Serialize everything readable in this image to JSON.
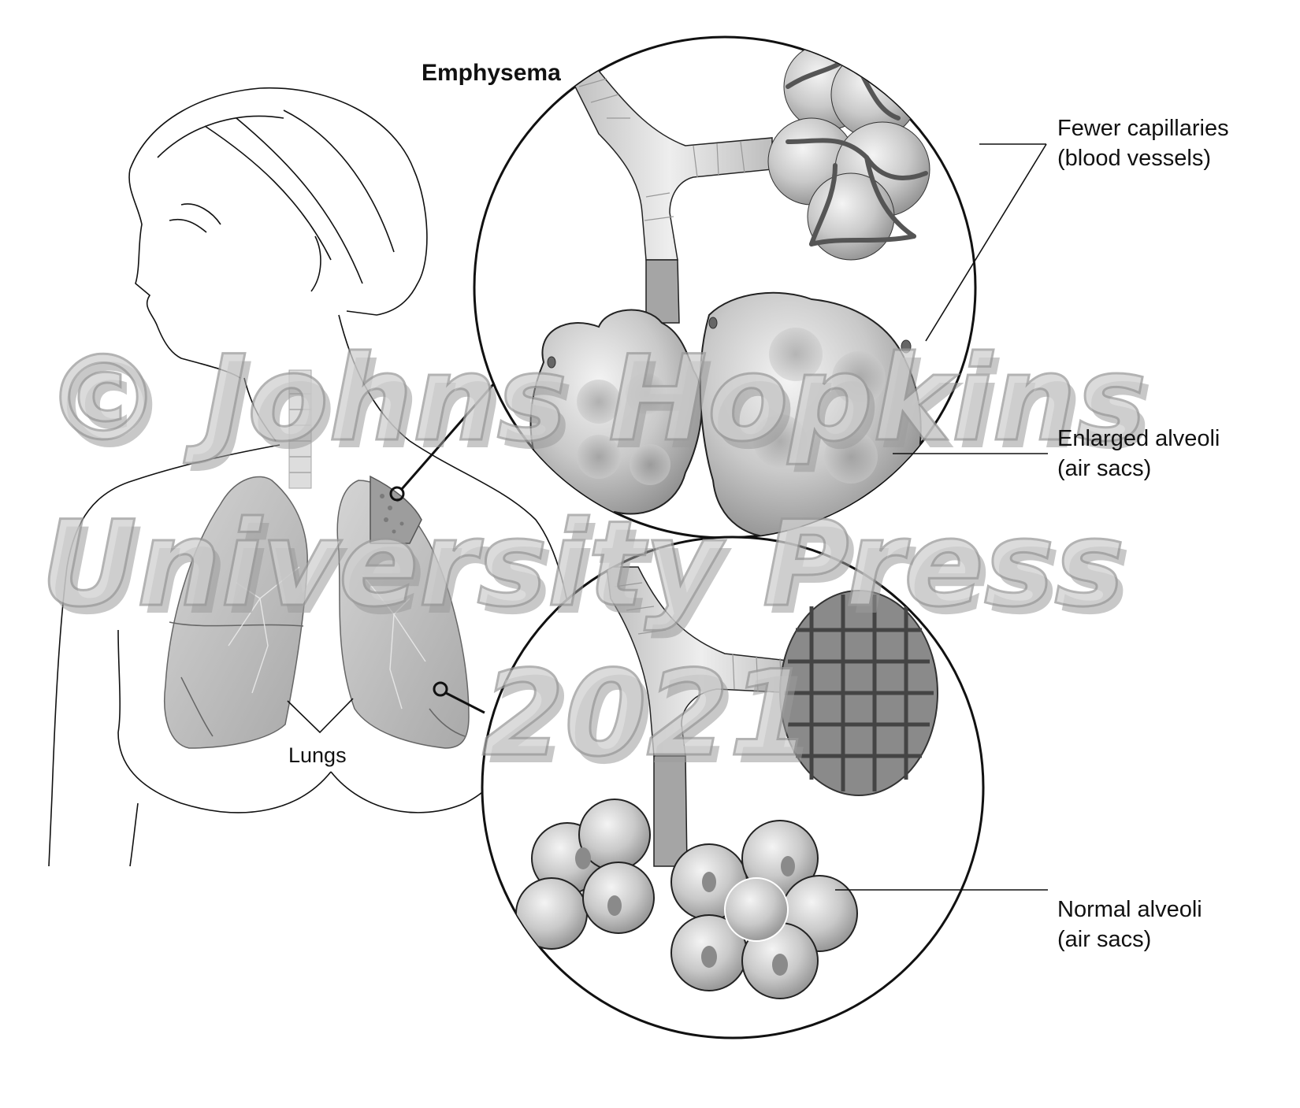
{
  "diagram": {
    "title": "Emphysema",
    "figure_label": "Lungs",
    "callouts": [
      {
        "id": "fewer-capillaries",
        "line1": "Fewer capillaries",
        "line2": "(blood vessels)"
      },
      {
        "id": "enlarged-alveoli",
        "line1": "Enlarged alveoli",
        "line2": "(air sacs)"
      },
      {
        "id": "normal-alveoli",
        "line1": "Normal alveoli",
        "line2": "(air sacs)"
      }
    ],
    "insets": [
      {
        "id": "emphysema-inset",
        "description": "Emphysema bronchiole with enlarged alveoli and fewer capillaries"
      },
      {
        "id": "normal-inset",
        "description": "Normal bronchiole with normal alveoli and dense capillary network"
      }
    ],
    "watermark": {
      "line1": "© Johns Hopkins",
      "line2": "University Press",
      "line3": "2021"
    },
    "colors": {
      "ink": "#111111",
      "lung_fill": "#bdbdbd",
      "alveoli_fill": "#cfcfcf",
      "capillary": "#5a5a5a",
      "watermark": "#a0a0a0"
    }
  }
}
